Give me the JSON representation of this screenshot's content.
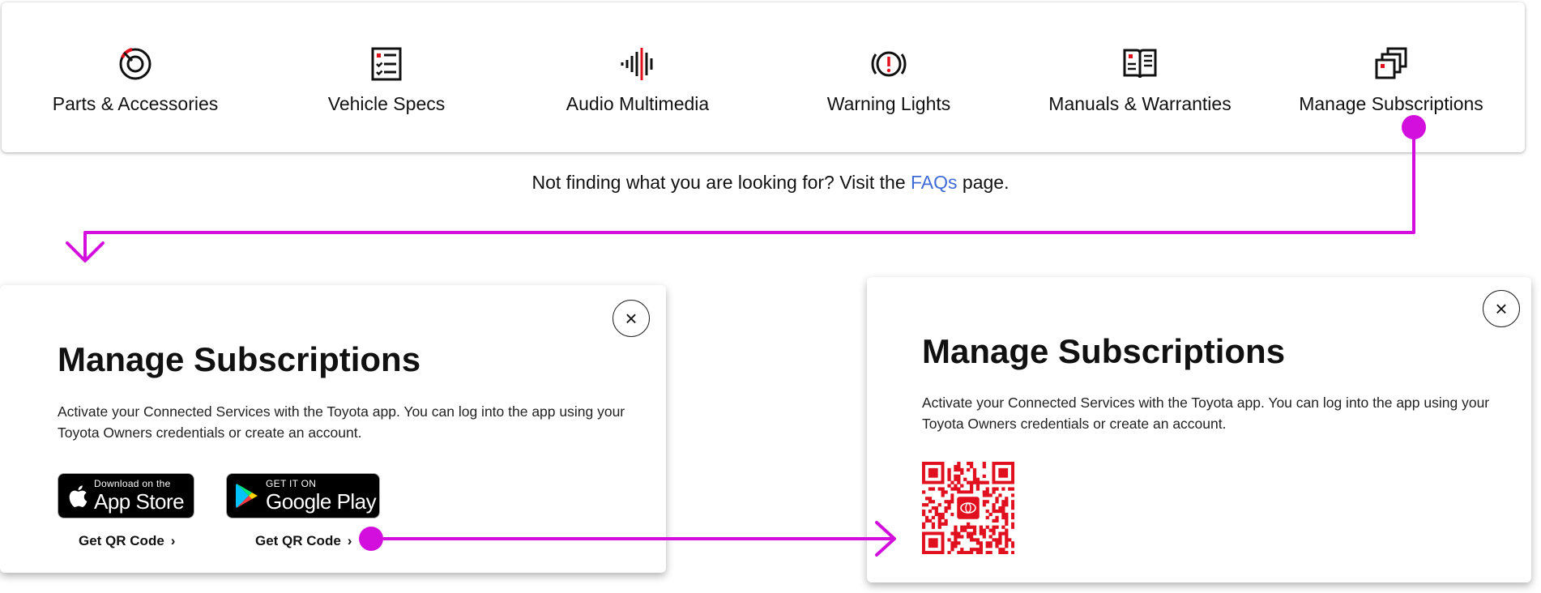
{
  "categories": [
    {
      "label": "Parts & Accessories",
      "icon": "parts-accessories-icon"
    },
    {
      "label": "Vehicle Specs",
      "icon": "vehicle-specs-icon"
    },
    {
      "label": "Audio Multimedia",
      "icon": "audio-multimedia-icon"
    },
    {
      "label": "Warning Lights",
      "icon": "warning-lights-icon"
    },
    {
      "label": "Manuals & Warranties",
      "icon": "manuals-warranties-icon"
    },
    {
      "label": "Manage Subscriptions",
      "icon": "manage-subscriptions-icon"
    }
  ],
  "faq": {
    "before": "Not finding what you are looking for? Visit the ",
    "link": "FAQs",
    "after": " page."
  },
  "modal_left": {
    "title": "Manage Subscriptions",
    "description": "Activate your Connected Services with the Toyota app. You can log into the app using your Toyota Owners credentials or create an account.",
    "close_symbol": "×",
    "app_store": {
      "small": "Download on the",
      "big": "App Store"
    },
    "google_play": {
      "small": "GET IT ON",
      "big": "Google Play"
    },
    "qr_link_label": "Get QR Code",
    "chevron": "›"
  },
  "modal_right": {
    "title": "Manage Subscriptions",
    "description": "Activate your Connected Services with the Toyota app. You can log into the app using your Toyota Owners credentials or create an account.",
    "close_symbol": "×"
  },
  "colors": {
    "accent_red": "#e0101e",
    "link_blue": "#3e6bd6",
    "annotation_magenta": "#d20fdc"
  }
}
